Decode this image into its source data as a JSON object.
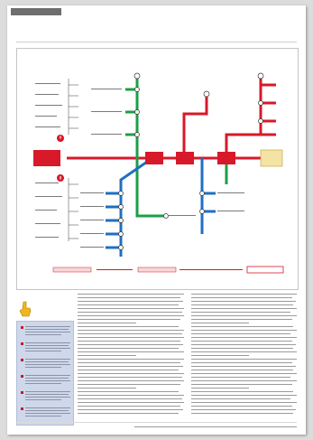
{
  "header": {
    "section_tab": "",
    "page_number": "",
    "title": ""
  },
  "colors": {
    "red_line": "#d7192a",
    "green_line": "#1aa043",
    "blue_line": "#1f6fc0",
    "callout": "#f4e3a3",
    "sidebar": "#cfd7ea"
  },
  "diagram": {
    "lines": [
      "red",
      "green",
      "blue"
    ],
    "icons": [
      "warning-icon",
      "info-icon",
      "hand-pointing-icon"
    ]
  },
  "sidebar": {
    "items": [
      "",
      "",
      "",
      "",
      "",
      ""
    ]
  },
  "body": {
    "left_column": "",
    "right_column": ""
  },
  "footer": {
    "text": ""
  }
}
